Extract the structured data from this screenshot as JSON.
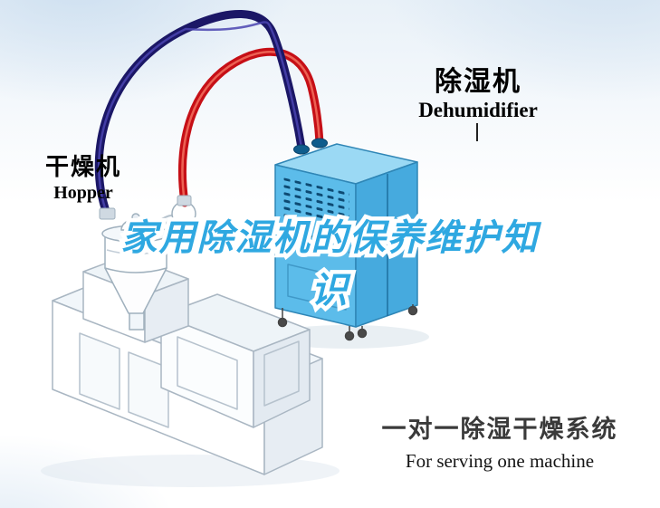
{
  "title": {
    "line1": "家用除湿机的保养维护知",
    "line2": "识"
  },
  "labels": {
    "dehumidifier": {
      "cn": "除湿机",
      "en": "Dehumidifier"
    },
    "hopper": {
      "cn": "干燥机",
      "en": "Hopper"
    }
  },
  "caption": {
    "cn": "一对一除湿干燥系统",
    "en": "For serving one machine"
  },
  "colors": {
    "title_blue": "#2fa8e1",
    "title_outline": "#ffffff",
    "pipe_red": "#c60f16",
    "pipe_navy": "#1b1766",
    "dehumidifier_front": "#5cbcea",
    "dehumidifier_side": "#46aade",
    "dehumidifier_top": "#9bd9f4",
    "machine_line": "#a9b6c2",
    "label_text": "#000000",
    "caption_text": "#3a3a3a",
    "background_tint": "#d2e2f1"
  },
  "illustration": {
    "parts": [
      "machine-cabinet",
      "hopper-dryer",
      "cyclone-separator",
      "dehumidifier-unit",
      "pipe-red",
      "pipe-navy"
    ]
  }
}
